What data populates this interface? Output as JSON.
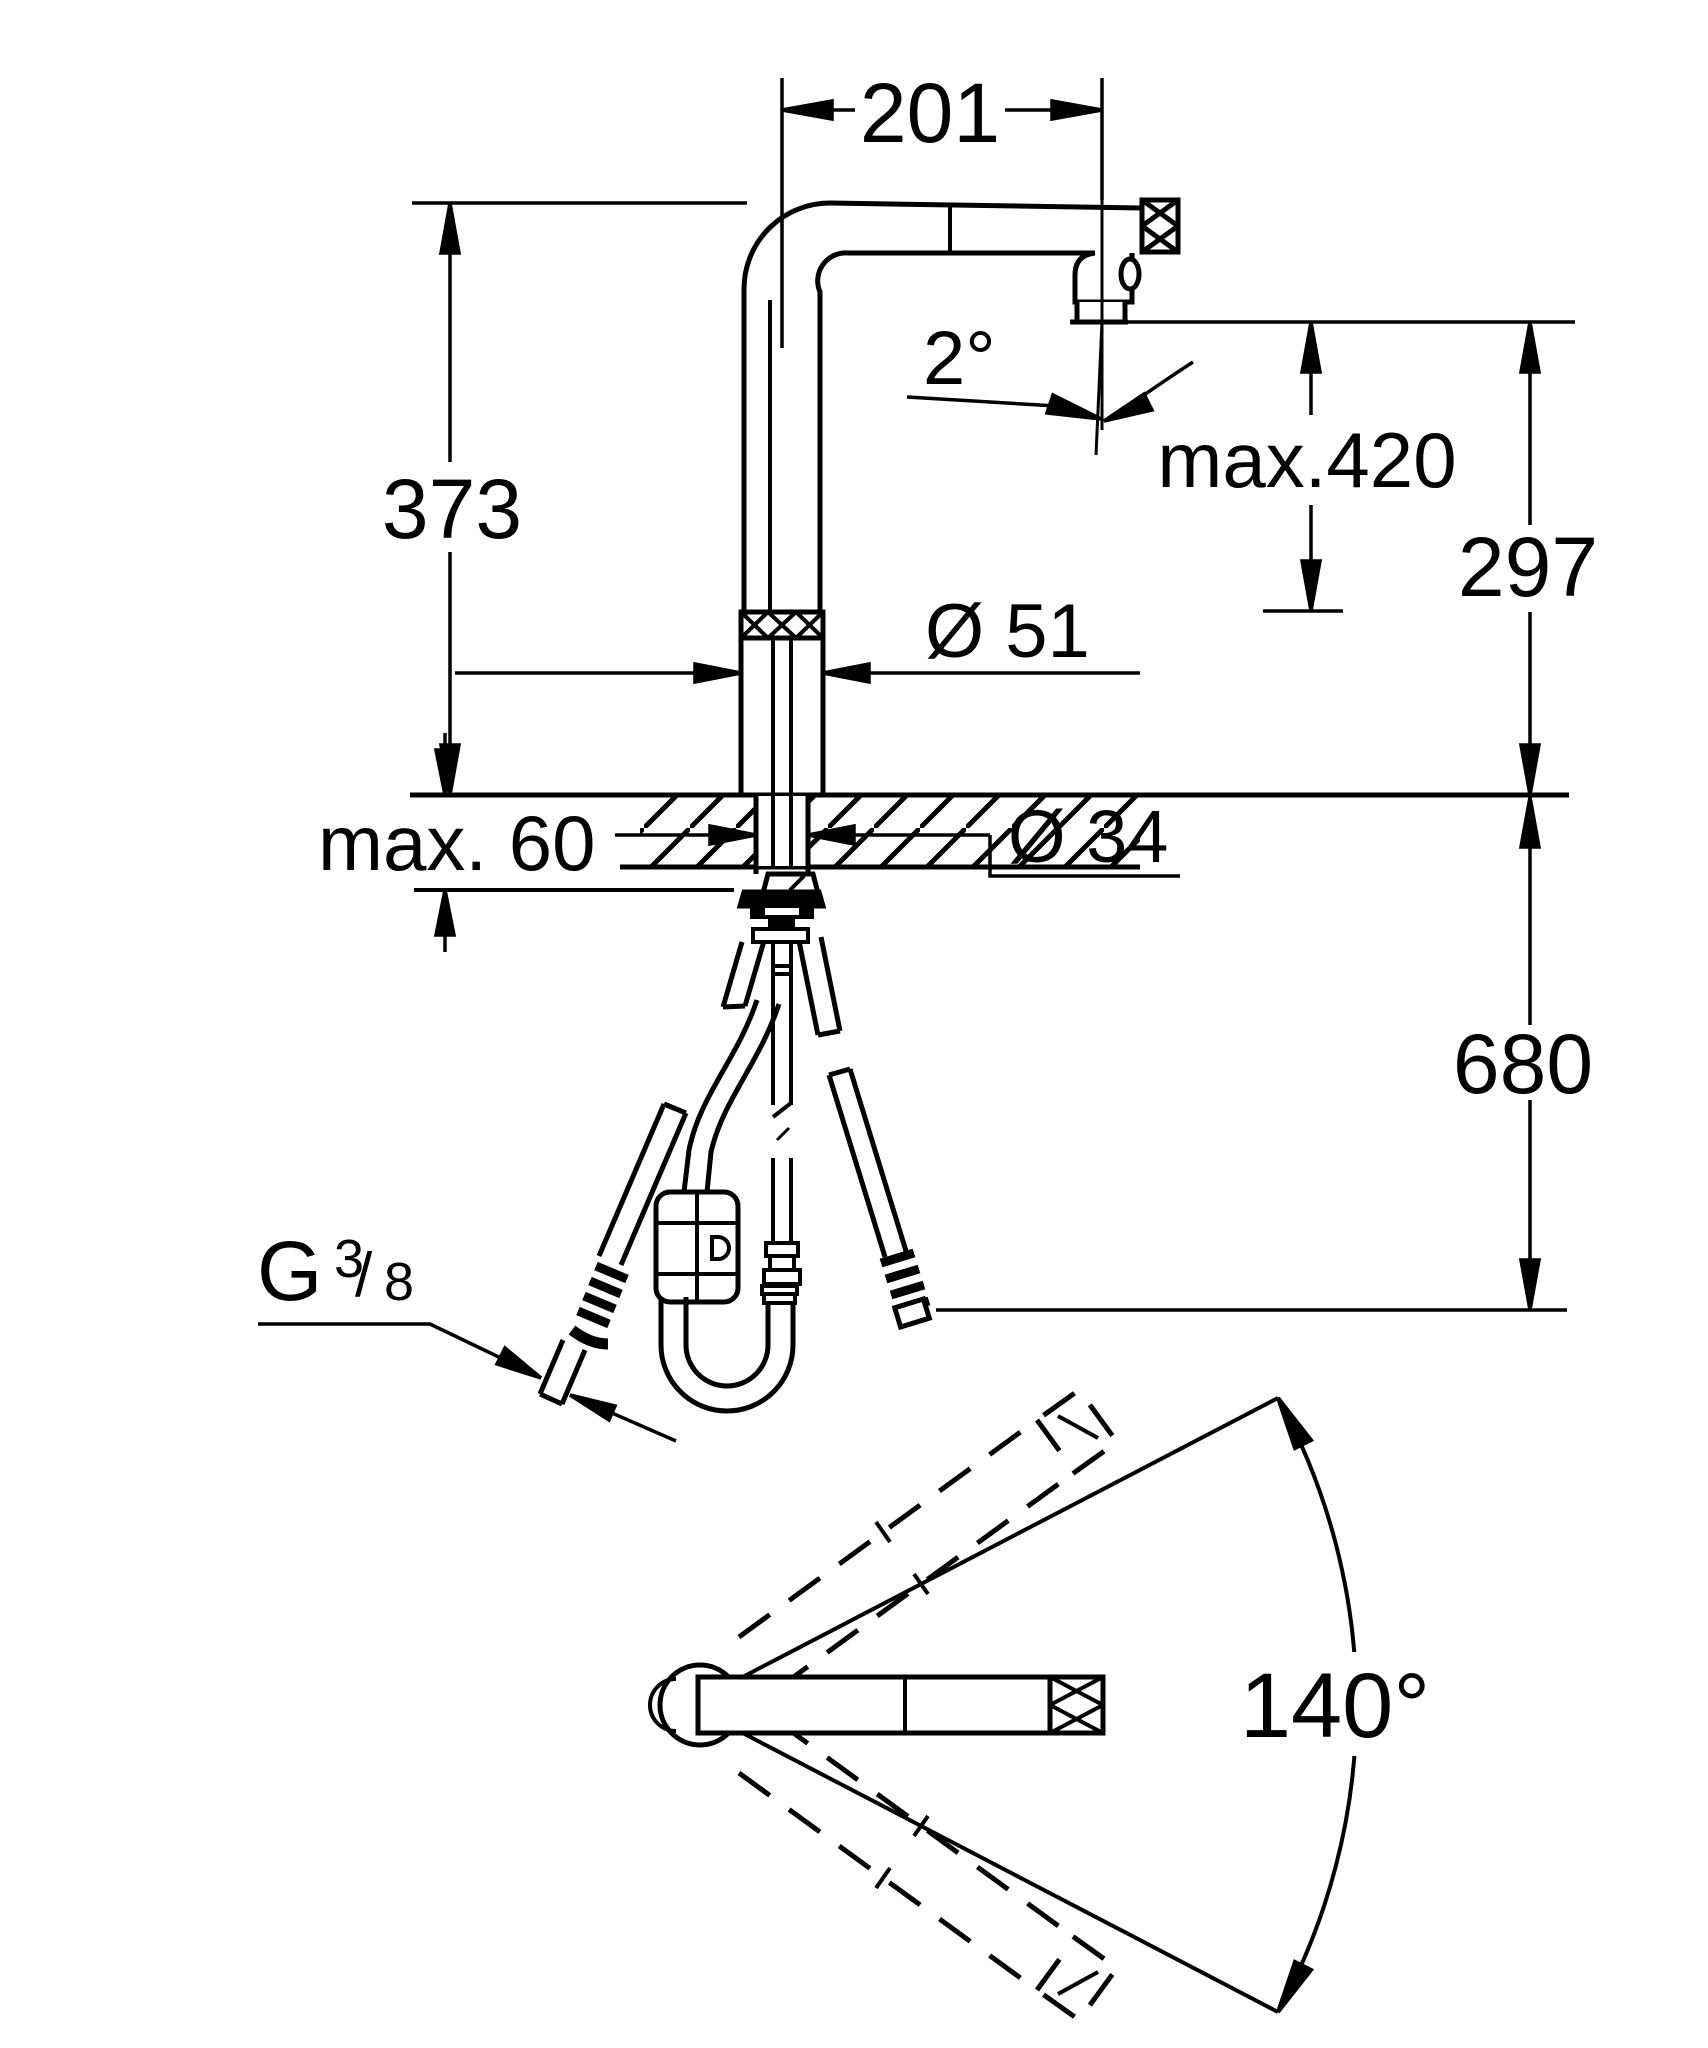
{
  "drawing": {
    "type": "technical-dimension-drawing",
    "subject": "kitchen-faucet-with-pullout-spray-side-view-and-top-swivel-view",
    "colors": {
      "line": "#000000",
      "background": "#ffffff"
    },
    "labels": {
      "spout_reach": "201",
      "spout_height": "373",
      "spout_angle": "2°",
      "hose_extension": "max.420",
      "outlet_height": "297",
      "body_diameter": "Ø 51",
      "deck_thickness": "max. 60",
      "hole_diameter": "Ø 34",
      "hose_length": "680",
      "thread_letter": "G",
      "thread_numerator": "3",
      "thread_slash": "/",
      "thread_denominator": "8",
      "swivel_angle": "140°"
    }
  }
}
